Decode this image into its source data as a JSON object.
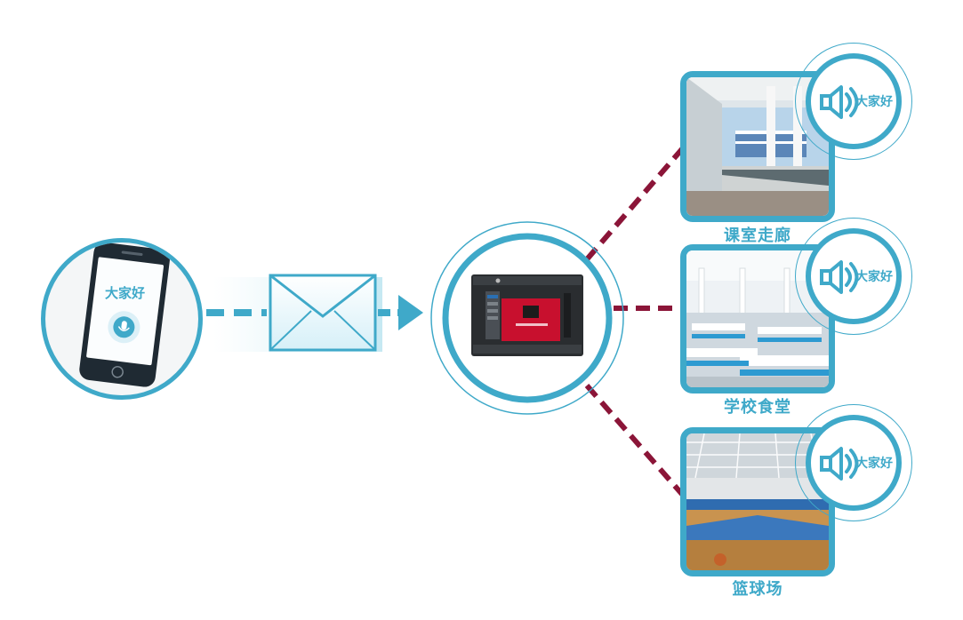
{
  "colors": {
    "accent": "#3fa9c9",
    "accent_light": "#8fd3e6",
    "link_line": "#8b1538",
    "screen_red": "#c8102e"
  },
  "phone": {
    "icon": "smartphone-icon",
    "screen_text": "大家好",
    "mic_icon": "microphone-icon"
  },
  "message": {
    "icon": "envelope-icon"
  },
  "server": {
    "icon": "broadcast-server-icon"
  },
  "zones": [
    {
      "label": "课室走廊",
      "speaker_text": "大家好",
      "speaker_icon": "speaker-icon",
      "photo": "corridor-photo"
    },
    {
      "label": "学校食堂",
      "speaker_text": "大家好",
      "speaker_icon": "speaker-icon",
      "photo": "canteen-photo"
    },
    {
      "label": "篮球场",
      "speaker_text": "大家好",
      "speaker_icon": "speaker-icon",
      "photo": "gym-photo"
    }
  ]
}
